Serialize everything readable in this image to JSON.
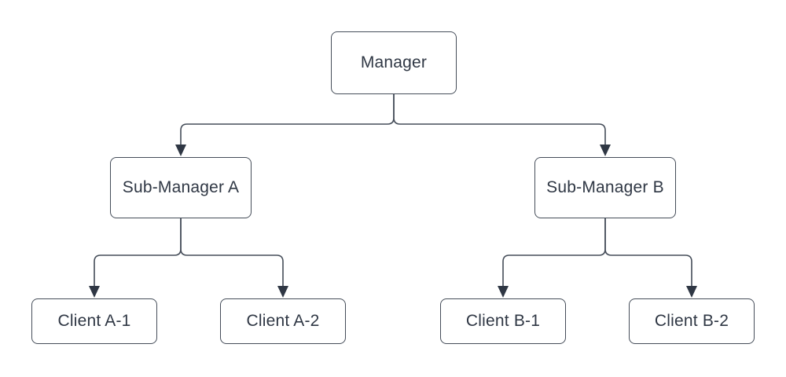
{
  "diagram": {
    "type": "org-chart",
    "colors": {
      "background": "#ffffff",
      "node_fill": "#ffffff",
      "node_border": "#454d59",
      "line": "#454d59",
      "arrowhead": "#2f3744",
      "text": "#2f3744"
    },
    "nodes": {
      "manager": {
        "label": "Manager"
      },
      "sub_manager_a": {
        "label": "Sub-Manager A"
      },
      "sub_manager_b": {
        "label": "Sub-Manager B"
      },
      "client_a1": {
        "label": "Client A-1"
      },
      "client_a2": {
        "label": "Client A-2"
      },
      "client_b1": {
        "label": "Client B-1"
      },
      "client_b2": {
        "label": "Client B-2"
      }
    },
    "edges": [
      {
        "from": "manager",
        "to": "sub_manager_a"
      },
      {
        "from": "manager",
        "to": "sub_manager_b"
      },
      {
        "from": "sub_manager_a",
        "to": "client_a1"
      },
      {
        "from": "sub_manager_a",
        "to": "client_a2"
      },
      {
        "from": "sub_manager_b",
        "to": "client_b1"
      },
      {
        "from": "sub_manager_b",
        "to": "client_b2"
      }
    ]
  }
}
